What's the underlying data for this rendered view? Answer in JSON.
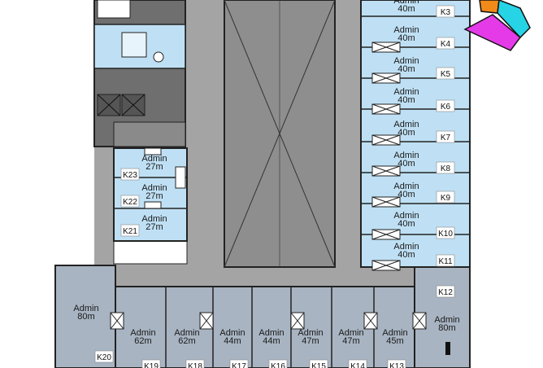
{
  "colors": {
    "room_light": "#bfe0f4",
    "room_grey": "#a8b4c2",
    "corridor": "#a4a4a4",
    "wall": "#2a2a2a",
    "core": "#6f6f6f",
    "compass_orange": "#f28a1a",
    "compass_magenta": "#e43ae8",
    "compass_cyan": "#26d4e6"
  },
  "rooms": [
    {
      "id": "K3",
      "name": "Admin",
      "area": "40m",
      "side": "east-top"
    },
    {
      "id": "K4",
      "name": "Admin",
      "area": "40m",
      "side": "east"
    },
    {
      "id": "K5",
      "name": "Admin",
      "area": "40m",
      "side": "east"
    },
    {
      "id": "K6",
      "name": "Admin",
      "area": "40m",
      "side": "east"
    },
    {
      "id": "K7",
      "name": "Admin",
      "area": "40m",
      "side": "east"
    },
    {
      "id": "K8",
      "name": "Admin",
      "area": "40m",
      "side": "east"
    },
    {
      "id": "K9",
      "name": "Admin",
      "area": "40m",
      "side": "east"
    },
    {
      "id": "K10",
      "name": "Admin",
      "area": "40m",
      "side": "east"
    },
    {
      "id": "K11",
      "name": "Admin",
      "area": "40m",
      "side": "east"
    },
    {
      "id": "K12",
      "name": "",
      "area": "",
      "side": "east-corner"
    },
    {
      "id": "K23",
      "name": "Admin",
      "area": "27m",
      "side": "west"
    },
    {
      "id": "K22",
      "name": "Admin",
      "area": "27m",
      "side": "west"
    },
    {
      "id": "K21",
      "name": "Admin",
      "area": "27m",
      "side": "west"
    },
    {
      "id": "K20",
      "name": "Admin",
      "area": "80m",
      "side": "south-west"
    },
    {
      "id": "K19",
      "name": "Admin",
      "area": "62m",
      "side": "south"
    },
    {
      "id": "K18",
      "name": "Admin",
      "area": "62m",
      "side": "south"
    },
    {
      "id": "K17",
      "name": "Admin",
      "area": "44m",
      "side": "south"
    },
    {
      "id": "K16",
      "name": "Admin",
      "area": "44m",
      "side": "south"
    },
    {
      "id": "K15",
      "name": "Admin",
      "area": "47m",
      "side": "south"
    },
    {
      "id": "K14",
      "name": "Admin",
      "area": "47m",
      "side": "south"
    },
    {
      "id": "K13",
      "name": "Admin",
      "area": "45m",
      "side": "south"
    },
    {
      "id": "K12b",
      "name": "Admin",
      "area": "80m",
      "side": "south-east"
    }
  ]
}
